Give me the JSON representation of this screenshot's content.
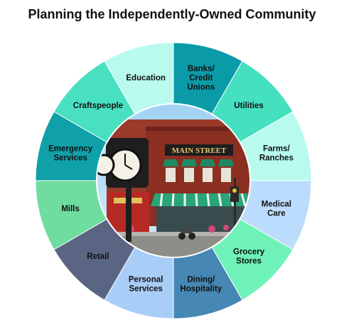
{
  "title": "Planning the Independently-Owned Community",
  "photo": {
    "sign_text": "MAIN STREET",
    "description_icon": "storefront-photo"
  },
  "segments": [
    {
      "lines": [
        "Banks/",
        "Credit",
        "Unions"
      ],
      "color": "#0b9aa8",
      "text_color": "#111111"
    },
    {
      "lines": [
        "Utilities"
      ],
      "color": "#44e0c0",
      "text_color": "#111111"
    },
    {
      "lines": [
        "Farms/",
        "Ranches"
      ],
      "color": "#b8fbee",
      "text_color": "#111111"
    },
    {
      "lines": [
        "Medical",
        "Care"
      ],
      "color": "#bcdcfd",
      "text_color": "#111111"
    },
    {
      "lines": [
        "Grocery",
        "Stores"
      ],
      "color": "#6ff2b8",
      "text_color": "#111111"
    },
    {
      "lines": [
        "Dining/",
        "Hospitality"
      ],
      "color": "#4687b3",
      "text_color": "#111111"
    },
    {
      "lines": [
        "Personal",
        "Services"
      ],
      "color": "#a8cdf7",
      "text_color": "#111111"
    },
    {
      "lines": [
        "Retail"
      ],
      "color": "#5a6584",
      "text_color": "#111111"
    },
    {
      "lines": [
        "Mills"
      ],
      "color": "#6fdca0",
      "text_color": "#111111"
    },
    {
      "lines": [
        "Emergency",
        "Services"
      ],
      "color": "#0fa0a8",
      "text_color": "#111111"
    },
    {
      "lines": [
        "Craftspeople"
      ],
      "color": "#48e0c0",
      "text_color": "#111111"
    },
    {
      "lines": [
        "Education"
      ],
      "color": "#b8fbee",
      "text_color": "#111111"
    }
  ]
}
